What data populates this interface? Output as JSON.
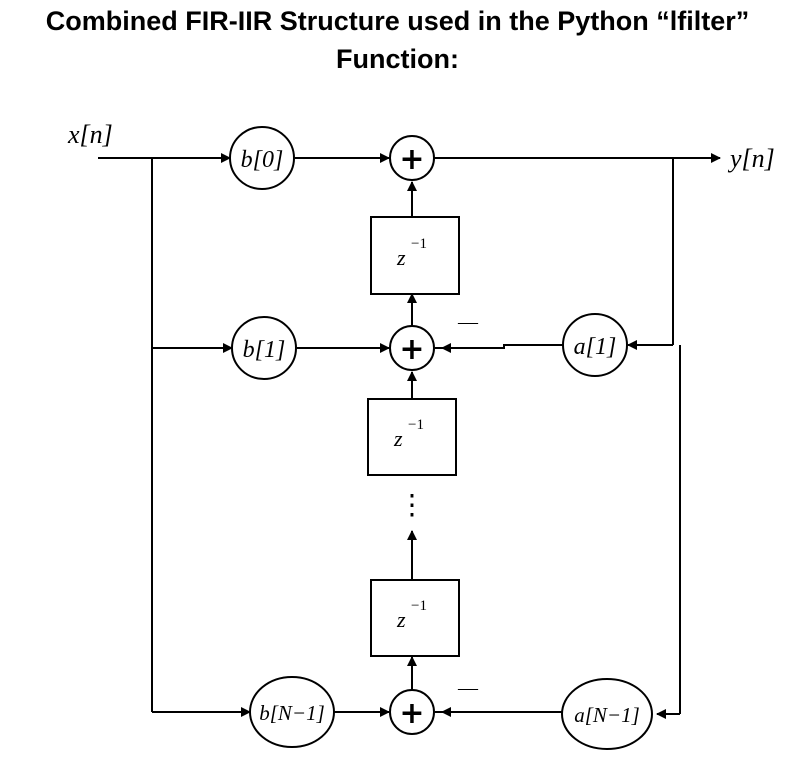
{
  "title": {
    "line1": "Combined FIR-IIR Structure used in the Python “lfilter”",
    "line2": "Function:"
  },
  "signals": {
    "input": "x[n]",
    "output": "y[n]"
  },
  "feedforward_coeffs": [
    "b[0]",
    "b[1]",
    "b[N−1]"
  ],
  "feedback_coeffs": [
    "a[1]",
    "a[N−1]"
  ],
  "delay_label": "z",
  "delay_exponent": "−1",
  "adder_symbol": "+",
  "minus_sign": "—",
  "ellipsis": "⋮"
}
